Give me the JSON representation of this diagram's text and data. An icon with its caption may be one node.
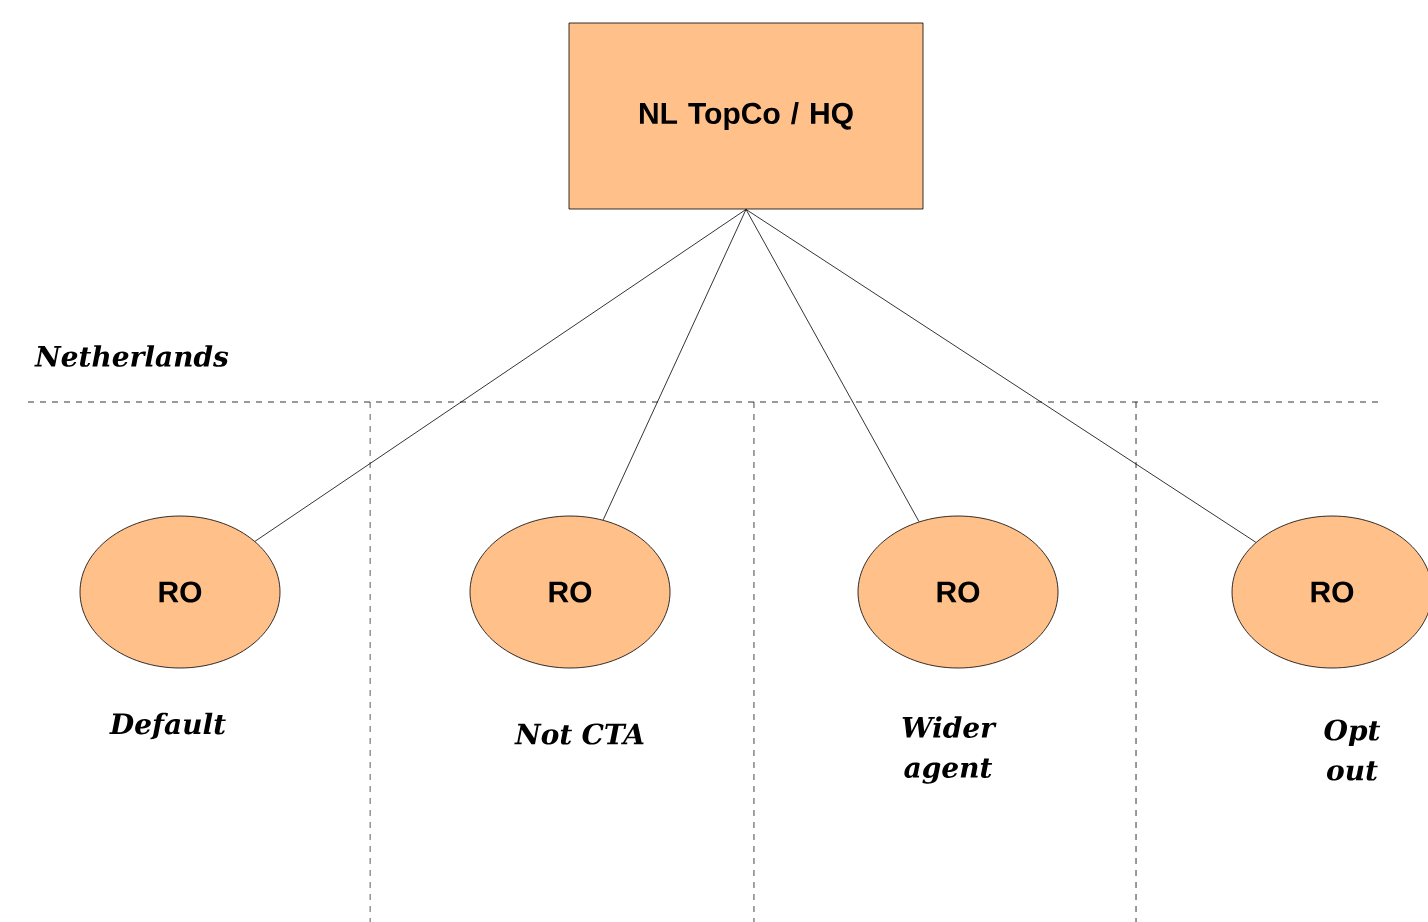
{
  "diagram": {
    "nodes": [
      {
        "text": [
          "NL TopCo / HQ"
        ]
      },
      {
        "text": [
          "RO"
        ],
        "beside": [
          "Default"
        ]
      },
      {
        "text": [
          "RO"
        ],
        "beside": [
          "Not CTA"
        ]
      },
      {
        "text": [
          "RO"
        ],
        "beside": [
          "Wider agent"
        ]
      },
      {
        "text": [
          "RO"
        ],
        "beside": [
          "Opt out"
        ]
      }
    ],
    "edges": [
      {
        "from": 0,
        "to": 1,
        "arrow": "none"
      },
      {
        "from": 0,
        "to": 2,
        "arrow": "none"
      },
      {
        "from": 0,
        "to": 3,
        "arrow": "none"
      },
      {
        "from": 0,
        "to": 4,
        "arrow": "none"
      }
    ],
    "labels": [
      "Netherlands"
    ]
  }
}
